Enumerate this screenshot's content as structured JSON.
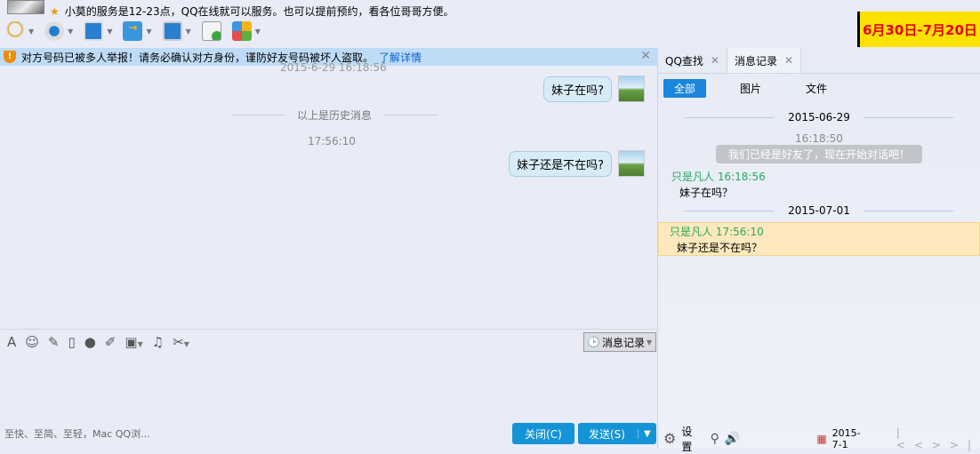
{
  "header": {
    "notice": "小莫的服务是12-23点，QQ在线就可以服务。也可以提前预约，看各位哥哥方便。",
    "promo": "6月30日-7月20日"
  },
  "toolbar": [
    "mic-icon",
    "camera-icon",
    "screen-share-icon",
    "file-transfer-icon",
    "remote-desktop-icon",
    "add-chat-icon",
    "apps-icon"
  ],
  "warning": {
    "text": "对方号码已被多人举报！请务必确认对方身份，谨防好友号码被坏人盗取。",
    "link": "了解详情"
  },
  "chat": {
    "old_timestamp": "2015-6-29 16:18:56",
    "msg1": "妹子在吗?",
    "history_sep": "以上是历史消息",
    "timestamp2": "17:56:10",
    "msg2": "妹子还是不在吗?"
  },
  "input": {
    "history_button": "消息记录",
    "ad": "至快、至简、至轻，Mac QQ浏...",
    "close": "关闭(C)",
    "send": "发送(S)"
  },
  "right": {
    "tabs": [
      "QQ查找",
      "消息记录"
    ],
    "filters": [
      "全部",
      "图片",
      "文件"
    ],
    "date1": "2015-06-29",
    "time1": "16:18:50",
    "system": "我们已经是好友了，现在开始对话吧！",
    "who1": "只是凡人 16:18:56",
    "text1": "妹子在吗？",
    "date2": "2015-07-01",
    "who2": "只是凡人 17:56:10",
    "text2": "妹子还是不在吗？",
    "settings": "设置",
    "footer_date": "2015-7-1"
  }
}
